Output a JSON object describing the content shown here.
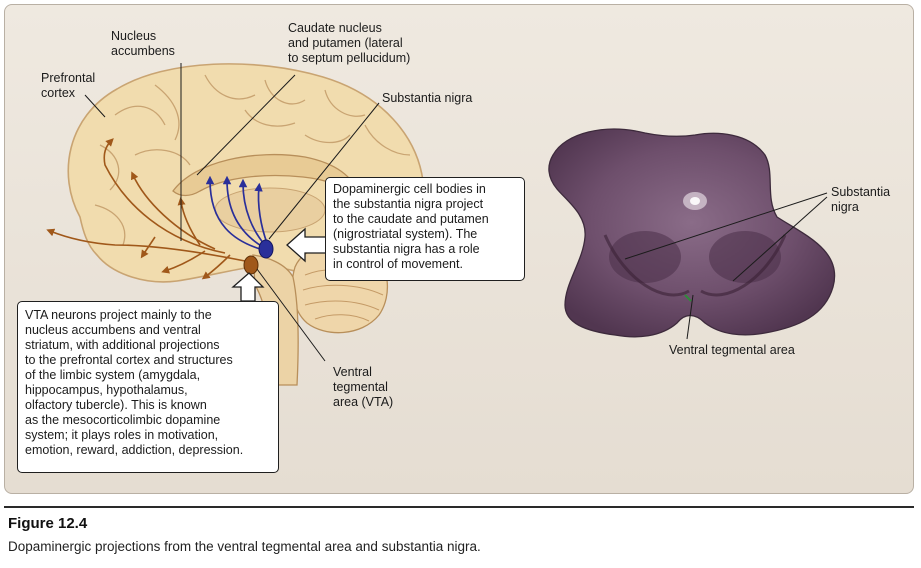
{
  "labels": {
    "nucleus_accumbens": [
      "Nucleus",
      "accumbens"
    ],
    "prefrontal_cortex": [
      "Prefrontal",
      "cortex"
    ],
    "caudate_putamen": [
      "Caudate nucleus",
      "and putamen (lateral",
      "to septum pellucidum)"
    ],
    "substantia_nigra_top": [
      "Substantia nigra"
    ],
    "vta": [
      "Ventral",
      "tegmental",
      "area (VTA)"
    ],
    "substantia_nigra_right": [
      "Substantia",
      "nigra"
    ],
    "vta_right": [
      "Ventral tegmental area"
    ]
  },
  "callouts": {
    "nigrostriatal": [
      "Dopaminergic cell bodies in",
      "the substantia nigra project",
      "to the caudate  and putamen",
      "(nigrostriatal system). The",
      "substantia nigra has a role",
      "in control of movement."
    ],
    "mesocorticolimbic": [
      "VTA neurons project mainly to the",
      "nucleus accumbens and ventral",
      "striatum, with additional projections",
      "to the prefrontal cortex and structures",
      "of the limbic system (amygdala,",
      "hippocampus, hypothalamus,",
      "olfactory tubercle). This is known",
      "as the mesocorticolimbic dopamine",
      "system; it plays roles in motivation,",
      "emotion, reward, addiction, depression."
    ]
  },
  "figure": {
    "label": "Figure 12.4",
    "caption": "Dopaminergic projections from the ventral tegmental area and substantia nigra."
  },
  "colors": {
    "nigrostriatal": "#2a2f9a",
    "mesocorticolimbic": "#a0581a",
    "brain": "#f1dcae",
    "section": "#6b4a6a"
  }
}
